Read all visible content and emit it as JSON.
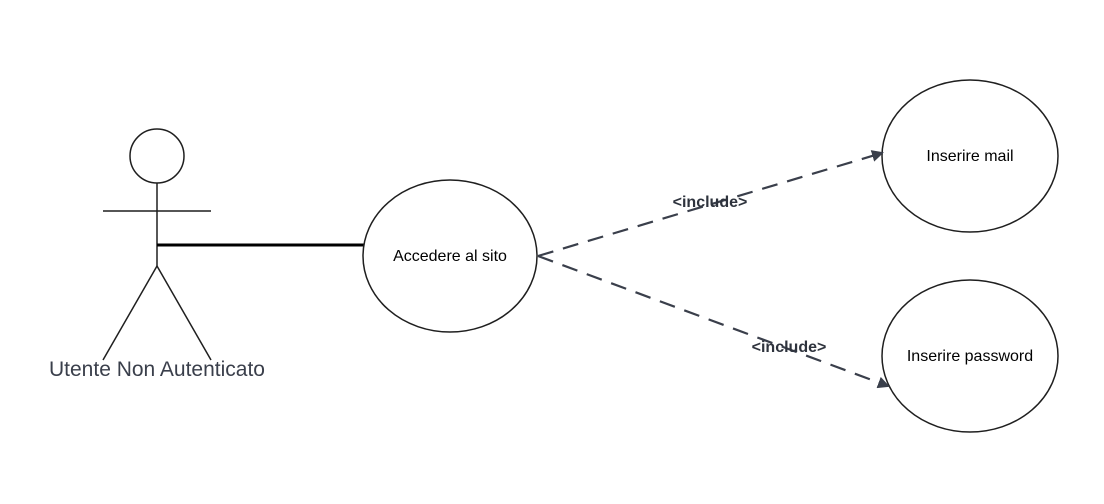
{
  "actor": {
    "label": "Utente Non Autenticato"
  },
  "use_cases": {
    "main": "Accedere al sito",
    "mail": "Inserire mail",
    "password": "Inserire password"
  },
  "relations": {
    "include_mail": "<include>",
    "include_password": "<include>"
  },
  "colors": {
    "stroke": "#1f1f1f",
    "dashed_line": "#3a3f4b",
    "label_text": "#3a3f4b"
  }
}
